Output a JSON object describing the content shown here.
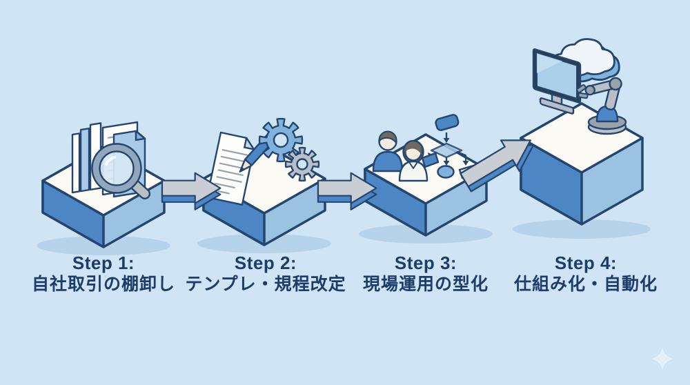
{
  "diagram_type": "process-steps",
  "palette": {
    "background": "#cfe4f4",
    "text": "#1d3c69",
    "outline": "#24456e",
    "platform_side_dark": "#4c86c4",
    "platform_side_light": "#9cc2e2",
    "platform_top": "#fbfaf5",
    "arrow_gray": "#c9ced4",
    "accent_blue": "#7fb2dc"
  },
  "steps": [
    {
      "id": 1,
      "title": "Step 1:",
      "label": "自社取引の棚卸し",
      "icon": "documents-magnifier-icon"
    },
    {
      "id": 2,
      "title": "Step 2:",
      "label": "テンプレ・規程改定",
      "icon": "document-pencil-gears-icon"
    },
    {
      "id": 3,
      "title": "Step 3:",
      "label": "現場運用の型化",
      "icon": "team-flowchart-icon"
    },
    {
      "id": 4,
      "title": "Step 4:",
      "label": "仕組み化・自動化",
      "icon": "computer-cloud-robot-icon"
    }
  ],
  "connectors": [
    {
      "from": 1,
      "to": 2,
      "direction": "right"
    },
    {
      "from": 2,
      "to": 3,
      "direction": "right"
    },
    {
      "from": 3,
      "to": 4,
      "direction": "up-right"
    }
  ],
  "watermark": {
    "icon": "sparkle-icon"
  }
}
